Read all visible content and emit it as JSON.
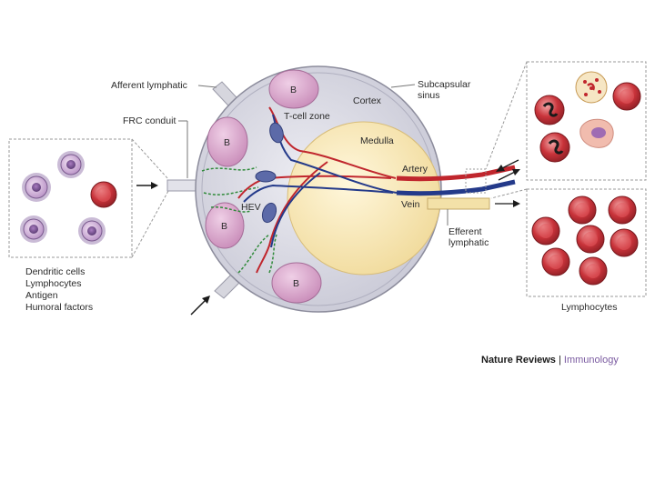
{
  "labels": {
    "afferent_lymphatic": "Afferent lymphatic",
    "frc_conduit": "FRC conduit",
    "t_cell_zone": "T-cell zone",
    "cortex": "Cortex",
    "subcapsular_sinus_line1": "Subcapsular",
    "subcapsular_sinus_line2": "sinus",
    "medulla": "Medulla",
    "artery": "Artery",
    "vein": "Vein",
    "hev": "HEV",
    "efferent_line1": "Efferent",
    "efferent_line2": "lymphatic",
    "b_follicle": "B",
    "left_panel_items": [
      "Dendritic cells",
      "Lymphocytes",
      "Antigen",
      "Humoral factors"
    ],
    "right_bottom_caption": "Lymphocytes"
  },
  "credit": {
    "journal": "Nature Reviews",
    "separator": " | ",
    "subject": "Immunology"
  },
  "colors": {
    "capsule": "#d9d9e2",
    "medulla": "#f7e6b8",
    "b_follicle": "#d9a9cc",
    "artery": "#c0262d",
    "vein": "#243a8a",
    "hev": "#5c6aa8",
    "frc": "#2f8a3a",
    "lymphocyte": "#c9333a",
    "credit_accent": "#7a5aa0"
  }
}
